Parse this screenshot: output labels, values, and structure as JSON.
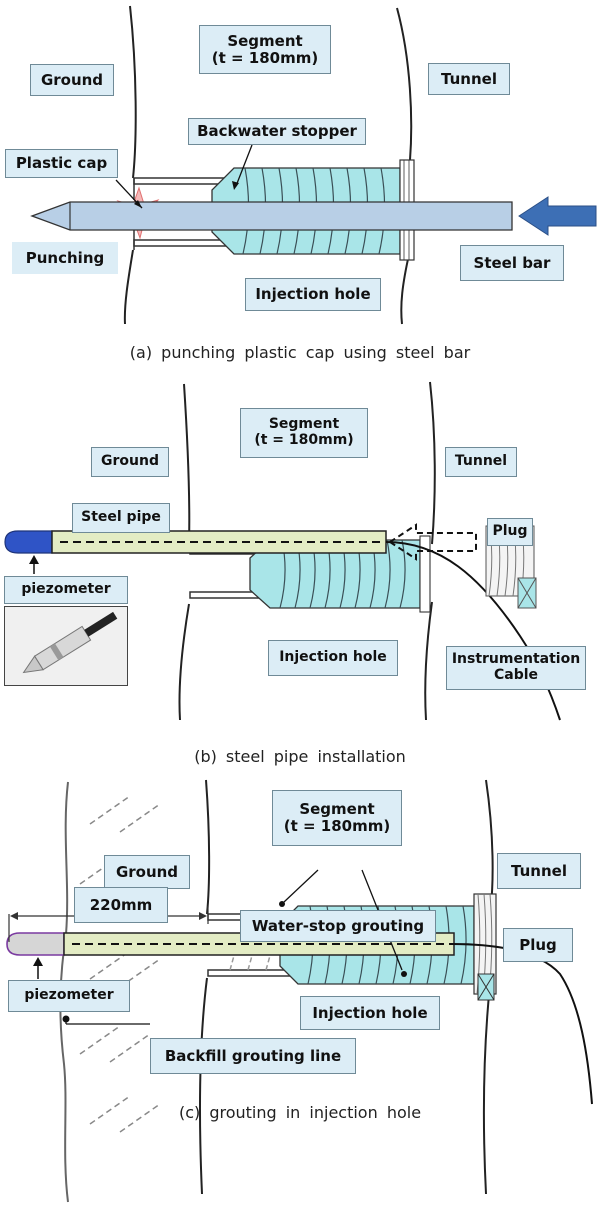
{
  "panel_a": {
    "segment_label": "Segment\n(t = 180mm)",
    "ground_label": "Ground",
    "tunnel_label": "Tunnel",
    "backwater_label": "Backwater stopper",
    "plastic_cap_label": "Plastic cap",
    "punching_label": "Punching",
    "steel_bar_label": "Steel bar",
    "injection_hole_label": "Injection hole",
    "caption": "(a) punching plastic cap using steel bar"
  },
  "panel_b": {
    "segment_label": "Segment\n(t = 180mm)",
    "ground_label": "Ground",
    "tunnel_label": "Tunnel",
    "steel_pipe_label": "Steel pipe",
    "plug_label": "Plug",
    "piezometer_label": "piezometer",
    "injection_hole_label": "Injection hole",
    "cable_label": "Instrumentation\nCable",
    "caption": "(b) steel pipe installation"
  },
  "panel_c": {
    "segment_label": "Segment\n(t = 180mm)",
    "ground_label": "Ground",
    "tunnel_label": "Tunnel",
    "dimension_label": "220mm",
    "waterstop_label": "Water-stop grouting",
    "plug_label": "Plug",
    "piezometer_label": "piezometer",
    "injection_hole_label": "Injection hole",
    "backfill_label": "Backfill grouting line",
    "caption": "(c) grouting in injection hole"
  },
  "colors": {
    "label_bg": "#dcedf6",
    "bar_fill": "#b8cfe6",
    "pipe_fill": "#e3ecc4",
    "fitting": "#a9e5e8",
    "arrow_blue": "#3d6fb5",
    "piezo_tip_blue": "#2f54c6"
  }
}
